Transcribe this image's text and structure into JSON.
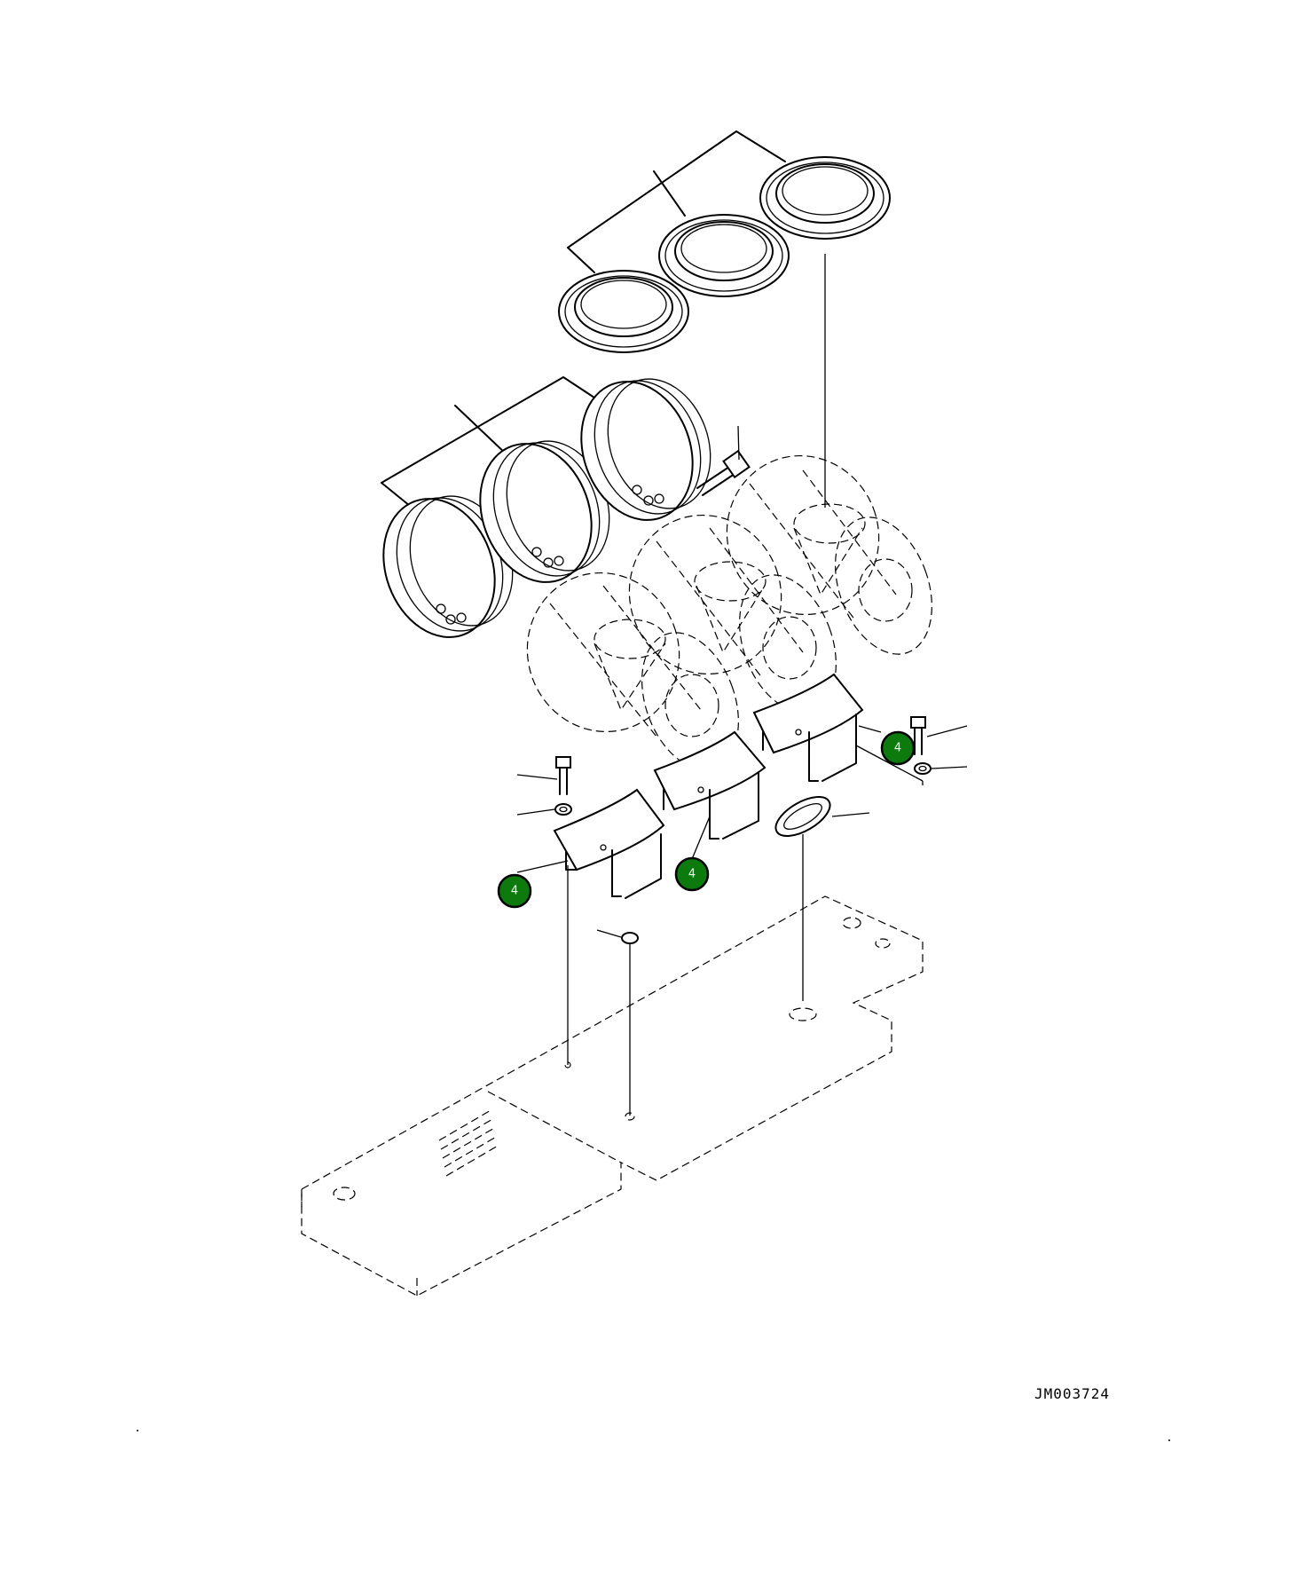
{
  "drawing_id": "JM003724",
  "callouts": [
    {
      "label": "4"
    },
    {
      "label": "4"
    },
    {
      "label": "4"
    }
  ],
  "colors": {
    "callout_fill": "#0d7a0d",
    "line": "#000000",
    "background": "#ffffff"
  }
}
